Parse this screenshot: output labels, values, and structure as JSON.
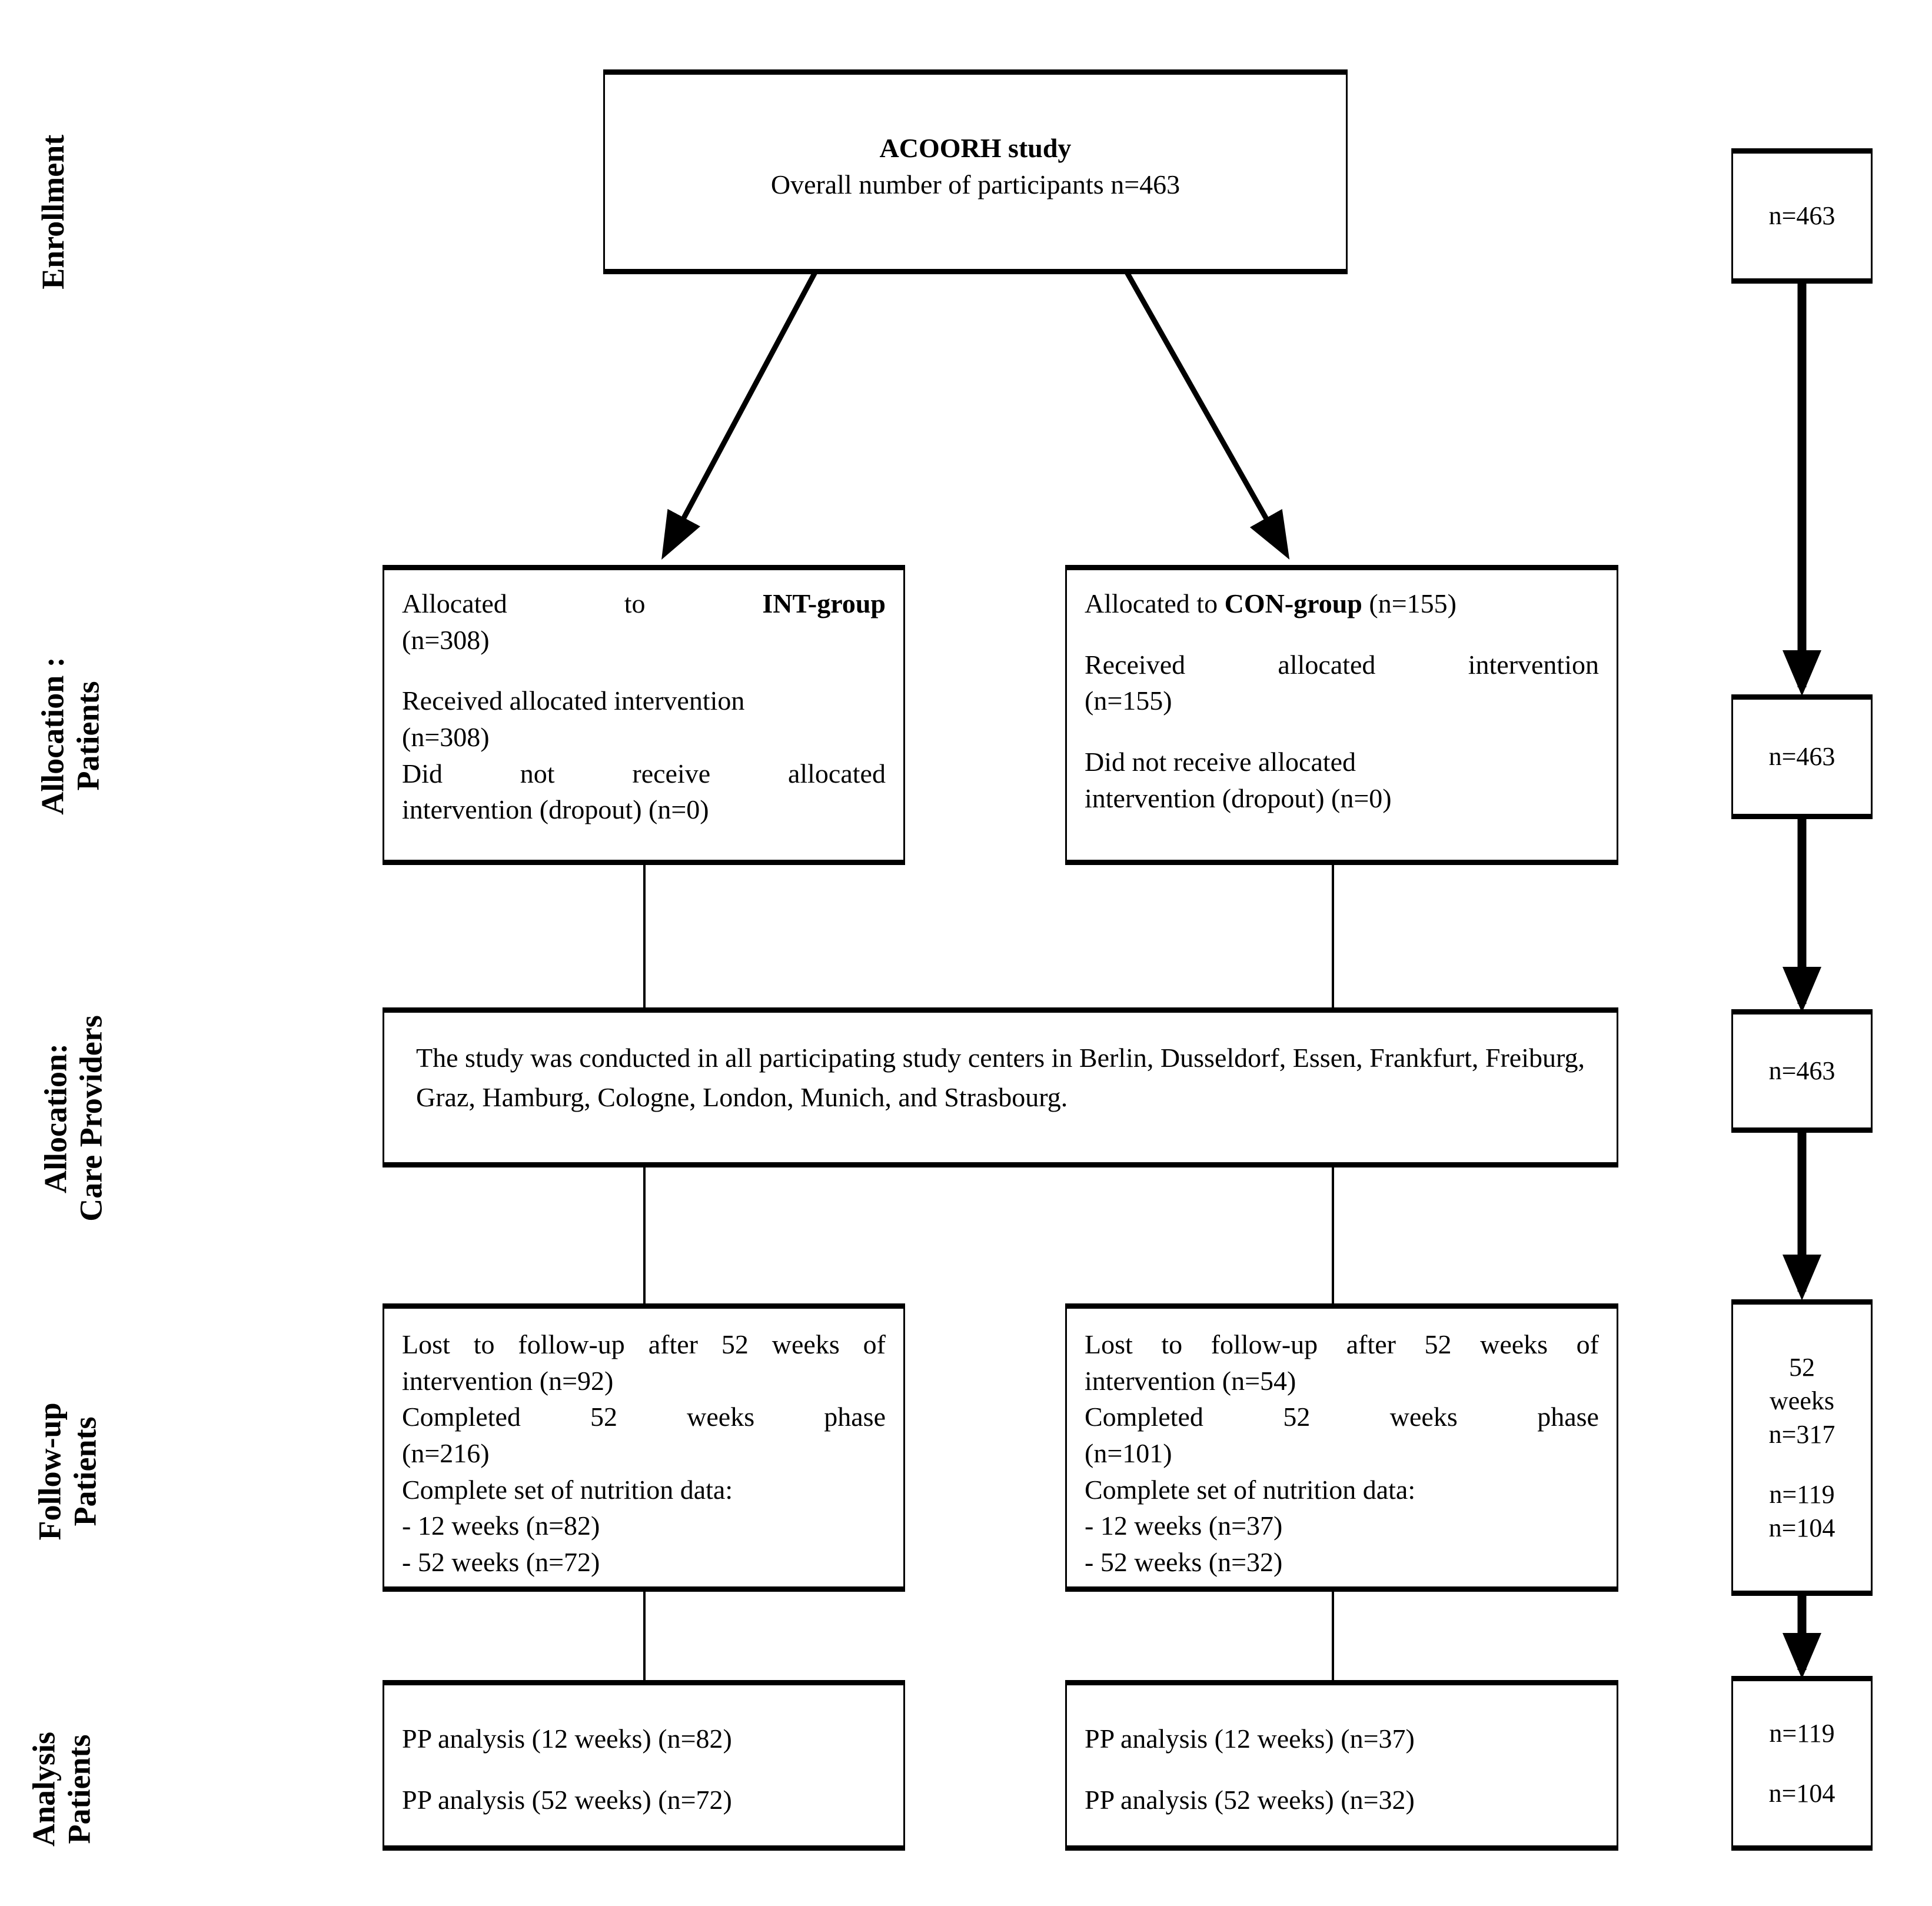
{
  "diagram": {
    "type": "consort-flow-diagram",
    "title_box": {
      "line1": "ACOORH study",
      "line2": "Overall number of participants n=463"
    },
    "phase_labels": [
      {
        "id": "enrollment",
        "text": "Enrollment"
      },
      {
        "id": "allocation-patients",
        "text": "Allocation :\nPatients"
      },
      {
        "id": "allocation-care-providers",
        "text": "Allocation:\nCare Providers"
      },
      {
        "id": "follow-up-patients",
        "text": "Follow-up\nPatients"
      },
      {
        "id": "analysis-patients",
        "text": "Analysis\nPatients"
      }
    ],
    "allocation_int": {
      "line1_a": "Allocated",
      "line1_b": "to",
      "line1_c": "INT-group",
      "line2": "(n=308)",
      "line3": "Received allocated intervention",
      "line4": "(n=308)",
      "line5": "Did not receive allocated",
      "line6": "intervention (dropout) (n=0)"
    },
    "allocation_con": {
      "line1_a": "Allocated to",
      "line1_b": "CON-group",
      "line1_c": "(n=155)",
      "line2": "Received allocated intervention",
      "line3": "(n=155)",
      "line4": "Did not receive allocated",
      "line5": "intervention (dropout) (n=0)"
    },
    "care_providers_box": {
      "text": "The study was conducted in all participating study centers in Berlin, Dusseldorf, Essen, Frankfurt, Freiburg, Graz, Hamburg, Cologne, London, Munich, and Strasbourg."
    },
    "followup_int": {
      "line1": "Lost to follow-up after 52 weeks of intervention (n=92)",
      "line2": "Completed 52 weeks phase",
      "line3": "(n=216)",
      "line4": "Complete set of nutrition data:",
      "line5": "- 12 weeks (n=82)",
      "line6": "- 52 weeks (n=72)"
    },
    "followup_con": {
      "line1": "Lost to follow-up after 52 weeks of intervention (n=54)",
      "line2": "Completed 52 weeks phase",
      "line3": "(n=101)",
      "line4": "Complete set of nutrition data:",
      "line5": "- 12 weeks (n=37)",
      "line6": "- 52 weeks (n=32)"
    },
    "analysis_int": {
      "line1": "PP analysis (12 weeks) (n=82)",
      "line2": "PP analysis (52 weeks) (n=72)"
    },
    "analysis_con": {
      "line1": "PP analysis (12 weeks) (n=37)",
      "line2": "PP analysis (52 weeks) (n=32)"
    },
    "summary_column": [
      {
        "id": "summary-enrollment",
        "lines": [
          "n=463"
        ]
      },
      {
        "id": "summary-allocation-patients",
        "lines": [
          "n=463"
        ]
      },
      {
        "id": "summary-allocation-care",
        "lines": [
          "n=463"
        ]
      },
      {
        "id": "summary-followup",
        "lines": [
          "52",
          "weeks",
          "n=317",
          "n=119",
          "n=104"
        ]
      },
      {
        "id": "summary-analysis",
        "lines": [
          "n=119",
          "n=104"
        ]
      }
    ],
    "summary_followup": {
      "l1": "52",
      "l2": "weeks",
      "l3": "n=317",
      "l4": "n=119",
      "l5": "n=104"
    },
    "summary_analysis": {
      "l1": "n=119",
      "l2": "n=104"
    },
    "summary_n463": "n=463",
    "colors": {
      "stroke": "#000000",
      "background": "#ffffff",
      "text": "#000000"
    }
  }
}
